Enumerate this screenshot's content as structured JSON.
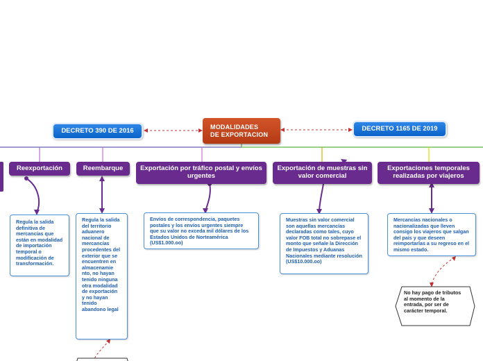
{
  "center": {
    "label_line1": "MODALIDADES",
    "label_line2": "DE EXPORTACION"
  },
  "decrees": {
    "left": "DECRETO 390 DE 2016",
    "right": "DECRETO 1165 DE 2019"
  },
  "modalities": [
    {
      "title": "Reexportación",
      "description": "Regula la salida definitiva de mercancías que están en modalidad de importación temporal o modificación de transformación."
    },
    {
      "title": "Reembarque",
      "description": "Regula la salida del territorio aduanero nacional de mercancías procedentes del exterior que se encuentren en almacenamie nto, no hayan tenido ninguna otra modalidad de exportación y no hayan tenido abandono legal"
    },
    {
      "title": "Exportación por tráfico postal y envíos urgentes",
      "description": "Envíos de correspondencia, paquetes postales y los envíos urgentes siempre que su valor no exceda mil dólares de los Estados Unidos de Norteamérica (US$1.000.oo)"
    },
    {
      "title": "Exportación de muestras sin valor comercial",
      "description": "Muestras sin valor comercial son aquellas mercancías declaradas como tales, cuyo valor FOB total no sobrepase el monto que señale la Dirección de Impuestos y Aduanas Nacionales mediante resolución (US$10.000.oo)"
    },
    {
      "title": "Exportaciones temporales realizadas por viajeros",
      "description": "Mercancías nacionales o nacionalizadas que lleven consigo los viajeros que salgan del país y que deseen reimportarlas a su regreso en el mismo estado."
    }
  ],
  "note": "No hay pago de tributos al momento de la entrada, por ser de carácter temporal.",
  "colors": {
    "center": "#c2461d",
    "decree": "#1570d8",
    "modality": "#6a2b8e",
    "description_border": "#4a90d9",
    "description_text": "#1e5eb0",
    "connector_dashed": "#c23030",
    "bus_green": "#5cb83e"
  }
}
